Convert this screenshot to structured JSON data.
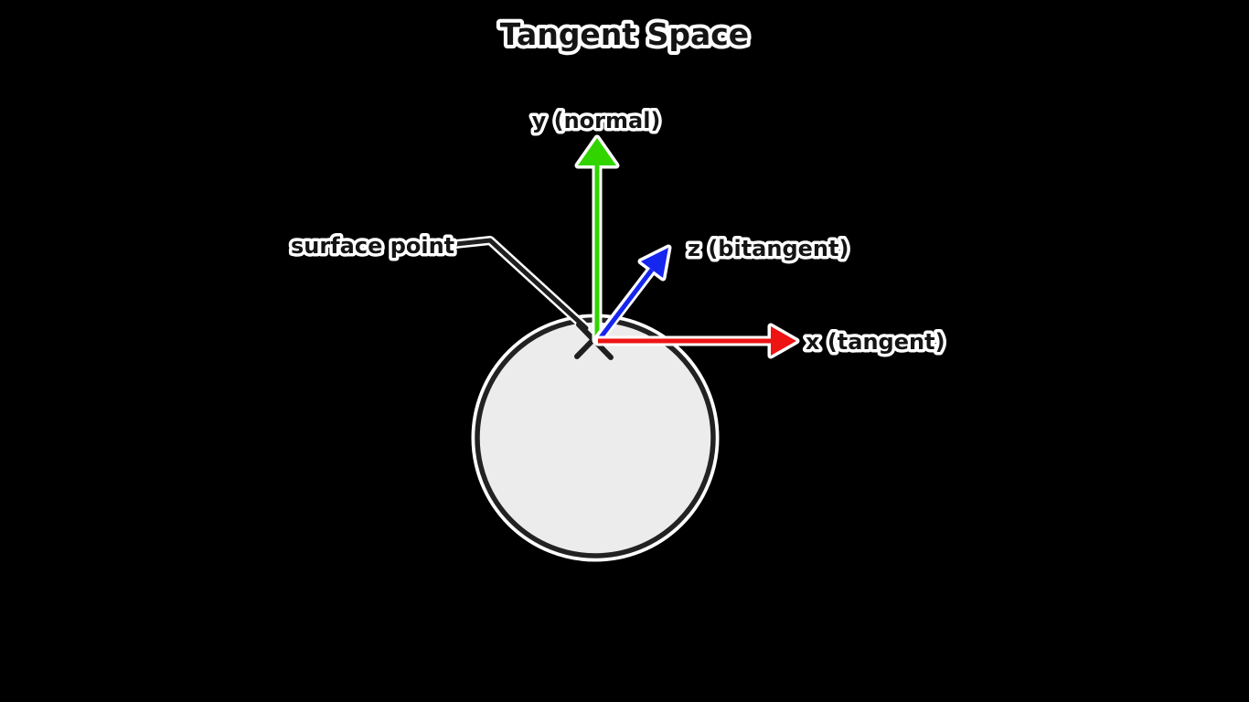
{
  "title": "Tangent Space",
  "labels": {
    "normal_axis": "y (normal)",
    "bitangent_axis": "z (bitangent)",
    "tangent_axis": "x (tangent)",
    "surface_point": "surface point"
  },
  "colors": {
    "background": "#000000",
    "outline_white": "#ffffff",
    "ink_black": "#1f1f1f",
    "normal_green": "#32d400",
    "bitangent_blue": "#1526ee",
    "tangent_red": "#ee1414",
    "sphere_fill": "#ececec",
    "sphere_stroke": "#222222"
  }
}
